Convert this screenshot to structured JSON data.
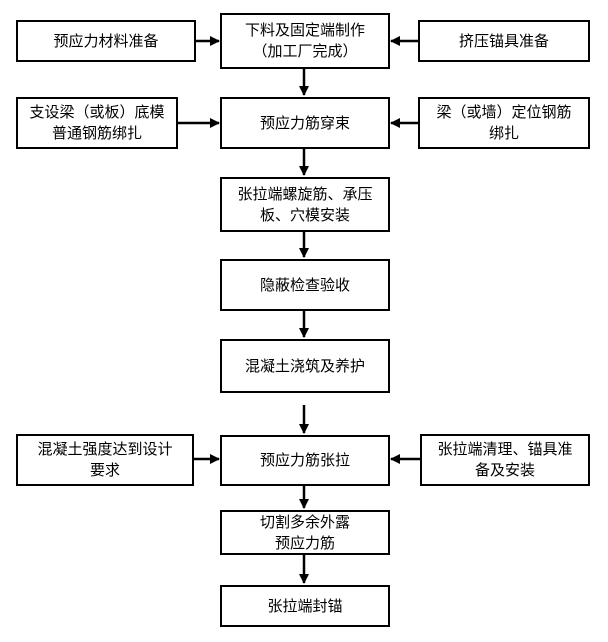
{
  "flowchart": {
    "left": {
      "material": "预应力材料准备",
      "support": [
        "支设梁（或板）底模",
        "普通钢筋绑扎"
      ],
      "strength": [
        "混凝土强度达到设计",
        "要求"
      ]
    },
    "right": {
      "anchor": "挤压锚具准备",
      "rebar": [
        "梁（或墙）定位钢筋",
        "绑扎"
      ],
      "clean": [
        "张拉端清理、锚具准",
        "备及安装"
      ]
    },
    "main": {
      "step1": [
        "下料及固定端制作",
        "（加工厂完成）"
      ],
      "step2": "预应力筋穿束",
      "step3": [
        "张拉端螺旋筋、承压",
        "板、穴模安装"
      ],
      "step4": "隐蔽检查验收",
      "step5": "混凝土浇筑及养护",
      "step6": "预应力筋张拉",
      "step7": [
        "切割多余外露",
        "预应力筋"
      ],
      "step8": "张拉端封锚"
    }
  }
}
